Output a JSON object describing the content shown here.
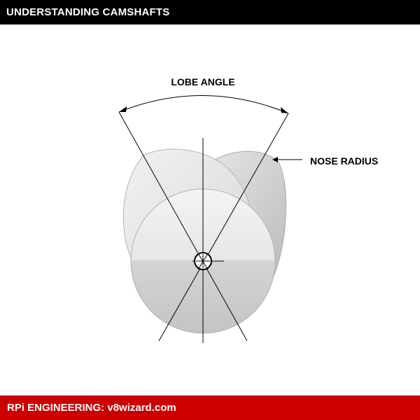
{
  "header": {
    "title": "UNDERSTANDING CAMSHAFTS"
  },
  "diagram": {
    "lobe_angle_label": "LOBE ANGLE",
    "nose_radius_label": "NOSE RADIUS"
  },
  "footer": {
    "credit": "RPi ENGINEERING: v8wizard.com"
  },
  "colors": {
    "header_bg": "#000000",
    "footer_bg": "#cc0000"
  }
}
